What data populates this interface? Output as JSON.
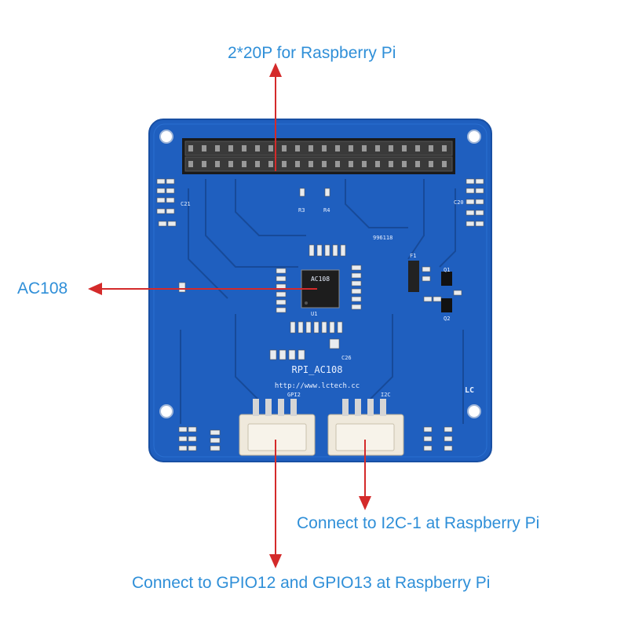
{
  "labels": {
    "header": "2*20P for Raspberry Pi",
    "chip": "AC108",
    "i2c": "Connect to I2C-1 at Raspberry Pi",
    "gpio": "Connect to GPIO12 and GPIO13 at Raspberry Pi"
  },
  "board": {
    "name": "RPI_AC108",
    "url": "http://www.lctech.cc",
    "code": "996118",
    "logo": "LC",
    "chip_marking": "AC108",
    "connector_labels": {
      "gpio": "GPI2",
      "i2c": "I2C"
    },
    "refs": {
      "r3": "R3",
      "r4": "R4",
      "u1": "U1",
      "f1": "F1",
      "q1": "Q1",
      "q2": "Q2",
      "c26": "C26",
      "c21": "C21",
      "c20": "C20"
    }
  },
  "colors": {
    "pcb": "#1f5fbf",
    "pcb_dark": "#174a99",
    "arrow": "#d42a2a",
    "label_text": "#2f8fd8",
    "header_pins": "#1a1a1a",
    "connector": "#efe9dc"
  }
}
